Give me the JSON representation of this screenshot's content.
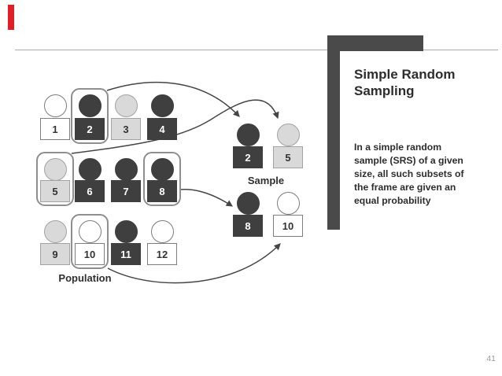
{
  "slide": {
    "title_lines": [
      "Simple Random",
      "Sampling"
    ],
    "title": "Simple Random Sampling",
    "body_lines": [
      "In a simple random",
      "sample (SRS) of a given",
      "size, all such subsets of",
      "the frame are given an",
      "equal probability"
    ],
    "body": "In a simple random sample (SRS) of a given size, all such subsets of the frame are given an equal probability",
    "page_number": "41",
    "accent_bar_color": "#4a4a4a",
    "red_strip_color": "#df1f26",
    "rule_line_color": "#ababab"
  },
  "diagram": {
    "population_label": "Population",
    "sample_label": "Sample",
    "population": [
      {
        "id": "1",
        "shade": "white",
        "selected": false
      },
      {
        "id": "2",
        "shade": "dark",
        "selected": true
      },
      {
        "id": "3",
        "shade": "gray",
        "selected": false
      },
      {
        "id": "4",
        "shade": "dark",
        "selected": false
      },
      {
        "id": "5",
        "shade": "gray",
        "selected": true
      },
      {
        "id": "6",
        "shade": "dark",
        "selected": false
      },
      {
        "id": "7",
        "shade": "dark",
        "selected": false
      },
      {
        "id": "8",
        "shade": "dark",
        "selected": true
      },
      {
        "id": "9",
        "shade": "gray",
        "selected": false
      },
      {
        "id": "10",
        "shade": "white",
        "selected": true
      },
      {
        "id": "11",
        "shade": "dark",
        "selected": false
      },
      {
        "id": "12",
        "shade": "white",
        "selected": false
      }
    ],
    "sample": [
      {
        "id": "2",
        "shade": "dark"
      },
      {
        "id": "5",
        "shade": "gray"
      },
      {
        "id": "8",
        "shade": "dark"
      },
      {
        "id": "10",
        "shade": "white"
      }
    ],
    "colors": {
      "dark": "#3f3f3f",
      "gray": "#d9d9d9",
      "white": "#ffffff",
      "gray_border": "#a3a3a3",
      "white_border": "#7d7d7d",
      "outline": "#8f8f8f",
      "arrow": "#454545",
      "number_on_dark": "#ffffff",
      "number_on_light": "#333333"
    }
  }
}
